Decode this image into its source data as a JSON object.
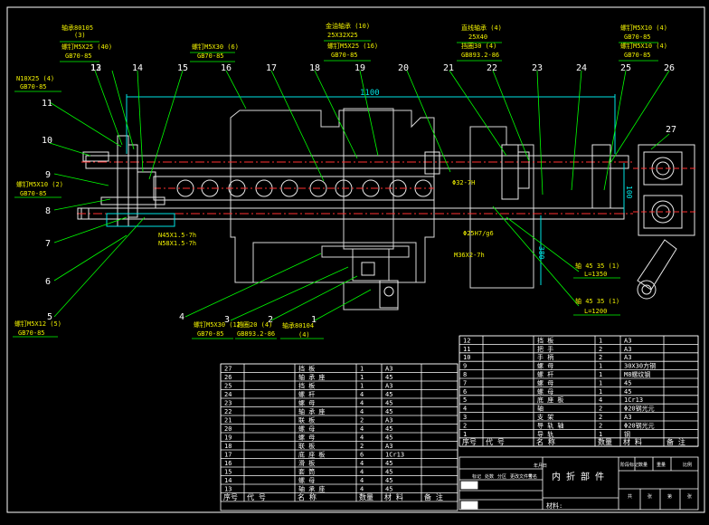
{
  "colors": {
    "background": "#000000",
    "frame": "#ffffff",
    "leader": "#00ff00",
    "centerline": "#ff3030",
    "dimension": "#00e5e5",
    "body": "#d8d8d8"
  },
  "dimension_1100": "1100",
  "dimension_380": "380",
  "dimension_100": "100",
  "callout_numbers": [
    "1",
    "2",
    "3",
    "4",
    "5",
    "6",
    "7",
    "8",
    "9",
    "10",
    "11",
    "12",
    "13",
    "14",
    "15",
    "16",
    "17",
    "18",
    "19",
    "20",
    "21",
    "22",
    "23",
    "24",
    "25",
    "26",
    "27"
  ],
  "callouts": {
    "c12a": "轴承80105",
    "c12b": "(3)",
    "c13a": "螺钉M5X25 (40)",
    "c13b": "GB70-85",
    "c16a": "螺钉M5X30 (6)",
    "c16b": "GB70-85",
    "c19a": "金油轴承 (10)",
    "c19b": "25X32X25",
    "c19c": "螺钉M5X25 (16)",
    "c19d": "GB70-85",
    "c22a": "直线轴承 (4)",
    "c22b": "25X40",
    "c22c": "挡圈30 (4)",
    "c22d": "GB893.2-86",
    "c25a": "螺钉M5X10 (4)",
    "c25b": "GB70-85",
    "c25c": "螺钉M5X10 (4)",
    "c25d": "GB70-85",
    "cN10a": "N10X25 (4)",
    "cN10b": "GB70-85",
    "c9a": "螺钉M5X10 (2)",
    "c9b": "GB70-85",
    "cN46": "N45X1.5-7h",
    "cN58": "N58X1.5-7h",
    "cphi32": "Φ32-7H",
    "cphi25": "Φ25H7/g6",
    "cM36": "M36X2-7h",
    "cshaft1": "轴 45 35 (1)",
    "cL1350": "L=1350",
    "cshaft2": "轴 45 35 (1)",
    "cL1200": "L=1200",
    "c5a": "螺钉M5X12 (5)",
    "c5b": "GB70-85",
    "c3a": "螺钉M5X30 (12)",
    "c3b": "GB70-85",
    "c2a": "挡圈20 (4)",
    "c2b": "GB893.2-86",
    "c1a": "轴承80104",
    "c1b": "(4)"
  },
  "bom_left": {
    "rows": [
      [
        "27",
        "",
        "挡 板",
        "1",
        "A3",
        ""
      ],
      [
        "26",
        "",
        "轴 承 座",
        "1",
        "45",
        ""
      ],
      [
        "25",
        "",
        "挡 板",
        "1",
        "A3",
        ""
      ],
      [
        "24",
        "",
        "螺 杆",
        "4",
        "45",
        ""
      ],
      [
        "23",
        "",
        "螺 母",
        "4",
        "45",
        ""
      ],
      [
        "22",
        "",
        "轴 承 座",
        "4",
        "45",
        ""
      ],
      [
        "21",
        "",
        "联 板",
        "2",
        "A3",
        ""
      ],
      [
        "20",
        "",
        "螺 母",
        "4",
        "45",
        ""
      ],
      [
        "19",
        "",
        "螺 母",
        "4",
        "45",
        ""
      ],
      [
        "18",
        "",
        "联 板",
        "2",
        "A3",
        ""
      ],
      [
        "17",
        "",
        "底 座 板",
        "6",
        "1Cr13",
        ""
      ],
      [
        "16",
        "",
        "滑 板",
        "4",
        "45",
        ""
      ],
      [
        "15",
        "",
        "套 筒",
        "4",
        "45",
        ""
      ],
      [
        "14",
        "",
        "螺 母",
        "4",
        "45",
        ""
      ],
      [
        "13",
        "",
        "轴 承 座",
        "4",
        "45",
        ""
      ]
    ],
    "header": [
      "序号",
      "代 号",
      "名 称",
      "数量",
      "材 料",
      "备 注"
    ]
  },
  "bom_right": {
    "rows": [
      [
        "12",
        "",
        "挡 板",
        "1",
        "A3",
        ""
      ],
      [
        "11",
        "",
        "把 手",
        "2",
        "A3",
        ""
      ],
      [
        "10",
        "",
        "手 柄",
        "2",
        "A3",
        ""
      ],
      [
        "9",
        "",
        "螺 母",
        "1",
        "30X30方钢",
        ""
      ],
      [
        "8",
        "",
        "螺 杆",
        "1",
        "M8螺纹钢",
        ""
      ],
      [
        "7",
        "",
        "螺 母",
        "1",
        "45",
        ""
      ],
      [
        "6",
        "",
        "螺 母",
        "1",
        "45",
        ""
      ],
      [
        "5",
        "",
        "底 座 板",
        "4",
        "1Cr13",
        ""
      ],
      [
        "4",
        "",
        "轴",
        "2",
        "Φ20钢光元",
        ""
      ],
      [
        "3",
        "",
        "支 架",
        "2",
        "A3",
        ""
      ],
      [
        "2",
        "",
        "导 轨 轴",
        "2",
        "Φ20钢光元",
        ""
      ],
      [
        "1",
        "",
        "导 轨",
        "1",
        "钢",
        ""
      ]
    ],
    "header": [
      "序号",
      "代 号",
      "名 称",
      "数量",
      "材 料",
      "备 注"
    ]
  },
  "title_block": {
    "name": "内 折 部 件",
    "labels": [
      "标记",
      "处数",
      "分区",
      "更改文件号",
      "签名",
      "年月日"
    ],
    "stage": [
      "阶段标记",
      "数量",
      "重量",
      "比例"
    ],
    "material_label": "材料:",
    "sheet": [
      "共",
      "张",
      "第",
      "张"
    ]
  },
  "diagram_title": "Folding part assembly drawing"
}
